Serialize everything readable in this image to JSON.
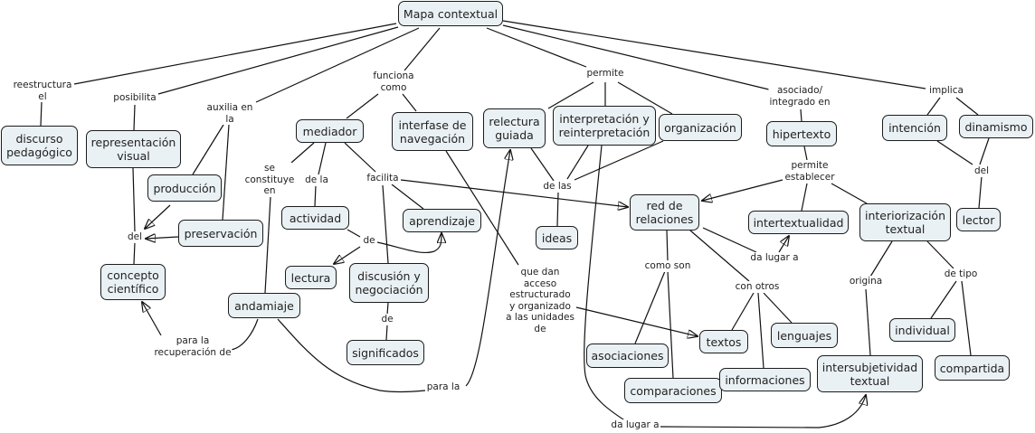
{
  "map_title": "Mapa contextual",
  "concepts": {
    "mapa": "Mapa contextual",
    "discurso": "discurso\npedagógico",
    "representacion": "representación\nvisual",
    "produccion": "producción",
    "preservacion": "preservación",
    "concepto": "concepto\ncientífico",
    "mediador": "mediador",
    "interfase": "interfase de\nnavegación",
    "relectura": "relectura\nguiada",
    "interpretacion": "interpretación y\nreinterpretación",
    "organizacion": "organización",
    "hipertexto": "hipertexto",
    "intencion": "intención",
    "dinamismo": "dinamismo",
    "lector": "lector",
    "intertextualidad": "intertextualidad",
    "interiorizacion": "interiorización\ntextual",
    "red": "red de\nrelaciones",
    "actividad": "actividad",
    "aprendizaje": "aprendizaje",
    "lectura": "lectura",
    "discusion": "discusión y\nnegociación",
    "ideas": "ideas",
    "andamiaje": "andamiaje",
    "significados": "significados",
    "asociaciones": "asociaciones",
    "textos": "textos",
    "lenguajes": "lenguajes",
    "comparaciones": "comparaciones",
    "informaciones": "informaciones",
    "intersubjetividad": "intersubjetividad\ntextual",
    "individual": "individual",
    "compartida": "compartida"
  },
  "links": {
    "reestructura": "reestructura\nel",
    "posibilita": "posibilita",
    "auxilia": "auxilia en\nla",
    "funciona": "funciona\ncomo",
    "permite": "permite",
    "asociado": "asociado/\nintegrado en",
    "implica": "implica",
    "constituye": "se\nconstituye\nen",
    "dela": "de la",
    "facilita": "facilita",
    "delas": "de las",
    "del_left": "del",
    "de_act": "de",
    "de_disc": "de",
    "quedan": "que dan\nacceso\nestructurado\ny organizado\na las unidades\nde",
    "comoson": "como son",
    "dalugar_mid": "da lugar a",
    "conotros": "con otros",
    "establecer": "permite\nestablecer",
    "del_right": "del",
    "origina": "origina",
    "detipo": "de tipo",
    "recuperacion": "para la\nrecuperación de",
    "parala": "para la",
    "dalugar_bottom": "da lugar a"
  },
  "propositions": [
    [
      "mapa",
      "reestructura",
      "discurso"
    ],
    [
      "mapa",
      "posibilita",
      "representacion"
    ],
    [
      "mapa",
      "auxilia",
      "produccion"
    ],
    [
      "mapa",
      "auxilia",
      "preservacion"
    ],
    [
      "mapa",
      "funciona",
      "mediador"
    ],
    [
      "mapa",
      "funciona",
      "interfase"
    ],
    [
      "mapa",
      "permite",
      "relectura"
    ],
    [
      "mapa",
      "permite",
      "interpretacion"
    ],
    [
      "mapa",
      "permite",
      "organizacion"
    ],
    [
      "mapa",
      "asociado",
      "hipertexto"
    ],
    [
      "mapa",
      "implica",
      "intencion"
    ],
    [
      "mapa",
      "implica",
      "dinamismo"
    ],
    [
      "representacion",
      "del_left",
      "concepto"
    ],
    [
      "produccion",
      "del_left",
      "concepto"
    ],
    [
      "preservacion",
      "del_left",
      "concepto"
    ],
    [
      "mediador",
      "constituye",
      "andamiaje"
    ],
    [
      "mediador",
      "dela",
      "actividad"
    ],
    [
      "mediador",
      "facilita",
      "aprendizaje"
    ],
    [
      "mediador",
      "facilita",
      "discusion"
    ],
    [
      "mediador",
      "facilita",
      "red"
    ],
    [
      "actividad",
      "de_act",
      "lectura"
    ],
    [
      "actividad",
      "de_act",
      "aprendizaje"
    ],
    [
      "discusion",
      "de_disc",
      "significados"
    ],
    [
      "interfase",
      "quedan",
      "textos"
    ],
    [
      "andamiaje",
      "recuperacion",
      "concepto"
    ],
    [
      "andamiaje",
      "parala",
      "relectura"
    ],
    [
      "relectura",
      "delas",
      "ideas"
    ],
    [
      "interpretacion",
      "delas",
      "ideas"
    ],
    [
      "organizacion",
      "delas",
      "ideas"
    ],
    [
      "interpretacion",
      "dalugar_bottom",
      "intersubjetividad"
    ],
    [
      "hipertexto",
      "establecer",
      "red"
    ],
    [
      "hipertexto",
      "establecer",
      "intertextualidad"
    ],
    [
      "hipertexto",
      "establecer",
      "interiorizacion"
    ],
    [
      "intencion",
      "del_right",
      "lector"
    ],
    [
      "dinamismo",
      "del_right",
      "lector"
    ],
    [
      "red",
      "comoson",
      "asociaciones"
    ],
    [
      "red",
      "comoson",
      "comparaciones"
    ],
    [
      "red",
      "dalugar_mid",
      "intertextualidad"
    ],
    [
      "red",
      "conotros",
      "textos"
    ],
    [
      "red",
      "conotros",
      "lenguajes"
    ],
    [
      "red",
      "conotros",
      "informaciones"
    ],
    [
      "interiorizacion",
      "origina",
      "intersubjetividad"
    ],
    [
      "interiorizacion",
      "detipo",
      "individual"
    ],
    [
      "interiorizacion",
      "detipo",
      "compartida"
    ]
  ],
  "colors": {
    "node_fill": "#eaf1f4",
    "node_border": "#1c1c1c",
    "line": "#111111",
    "background": "#ffffff"
  }
}
